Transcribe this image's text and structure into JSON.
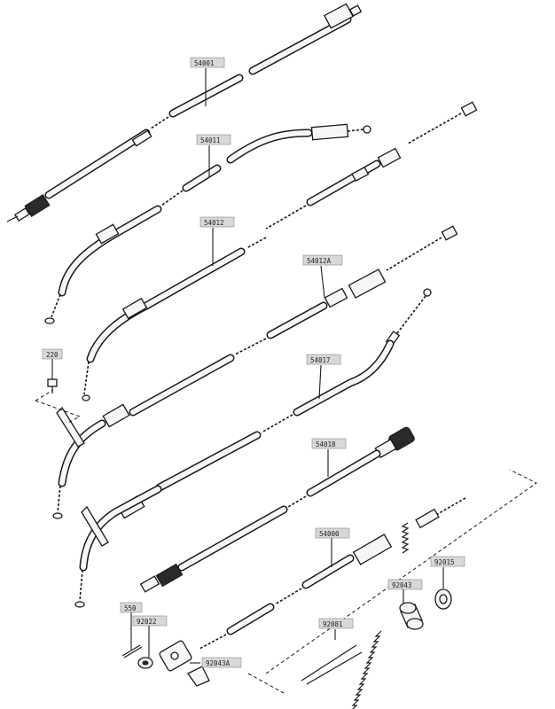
{
  "labels": {
    "p54001": "54001",
    "p54011": "54011",
    "p54012": "54012",
    "p54012A": "54012A",
    "p54017": "54017",
    "p54018": "54018",
    "p54000": "54000",
    "p92015": "92015",
    "p92043": "92043",
    "p92081": "92081",
    "p92043A": "92043A",
    "p92022": "92022",
    "p550": "550",
    "p220": "220"
  }
}
